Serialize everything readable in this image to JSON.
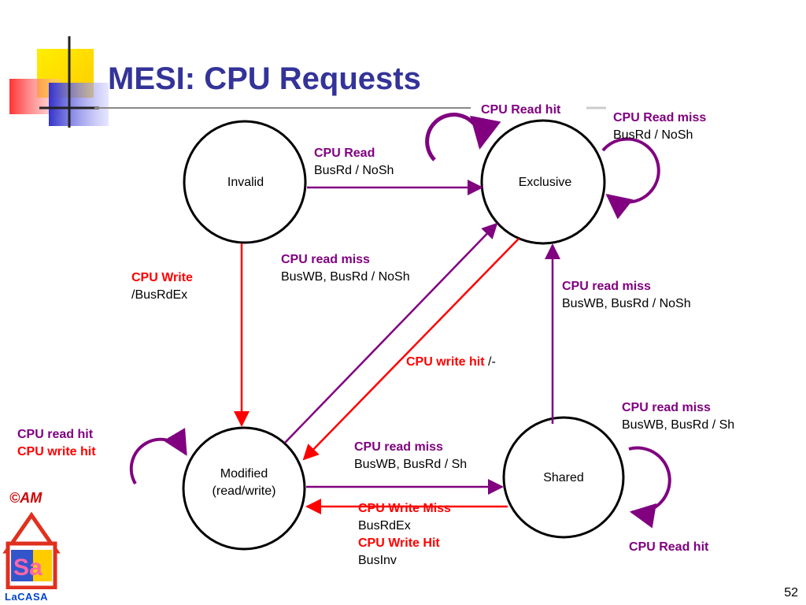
{
  "title": "MESI: CPU Requests",
  "page_number": "52",
  "branding": {
    "copyright": "©AM",
    "logo_text": "LaCASA",
    "logo_letters": "Sa"
  },
  "colors": {
    "title": "#333399",
    "purple_transition": "#800080",
    "red_transition": "#ff0000"
  },
  "states": {
    "invalid": "Invalid",
    "exclusive": "Exclusive",
    "modified_line1": "Modified",
    "modified_line2": "(read/write)",
    "shared": "Shared"
  },
  "transitions": {
    "invalid_to_exclusive": {
      "event": "CPU Read",
      "action": "BusRd / NoSh"
    },
    "invalid_to_modified": {
      "event": "CPU Write",
      "action": "/BusRdEx"
    },
    "modified_to_exclusive": {
      "event": "CPU read miss",
      "action": "BusWB, BusRd / NoSh"
    },
    "exclusive_to_modified": {
      "event": "CPU write hit",
      "action": "/-"
    },
    "shared_to_exclusive": {
      "event": "CPU read miss",
      "action": "BusWB, BusRd / NoSh"
    },
    "exclusive_read_hit_loop": {
      "event": "CPU Read hit"
    },
    "exclusive_read_miss_loop": {
      "event": "CPU Read miss",
      "action": "BusRd / NoSh"
    },
    "modified_loop": {
      "event1": "CPU read hit",
      "event2": "CPU write hit"
    },
    "modified_to_shared": {
      "event": "CPU read miss",
      "action": "BusWB, BusRd / Sh"
    },
    "shared_to_modified": {
      "event1": "CPU Write Miss",
      "action1": "BusRdEx",
      "event2": "CPU Write Hit",
      "action2": "BusInv"
    },
    "shared_read_miss_loop": {
      "event": "CPU read miss",
      "action": "BusWB, BusRd / Sh"
    },
    "shared_read_hit_loop": {
      "event": "CPU Read hit"
    }
  }
}
